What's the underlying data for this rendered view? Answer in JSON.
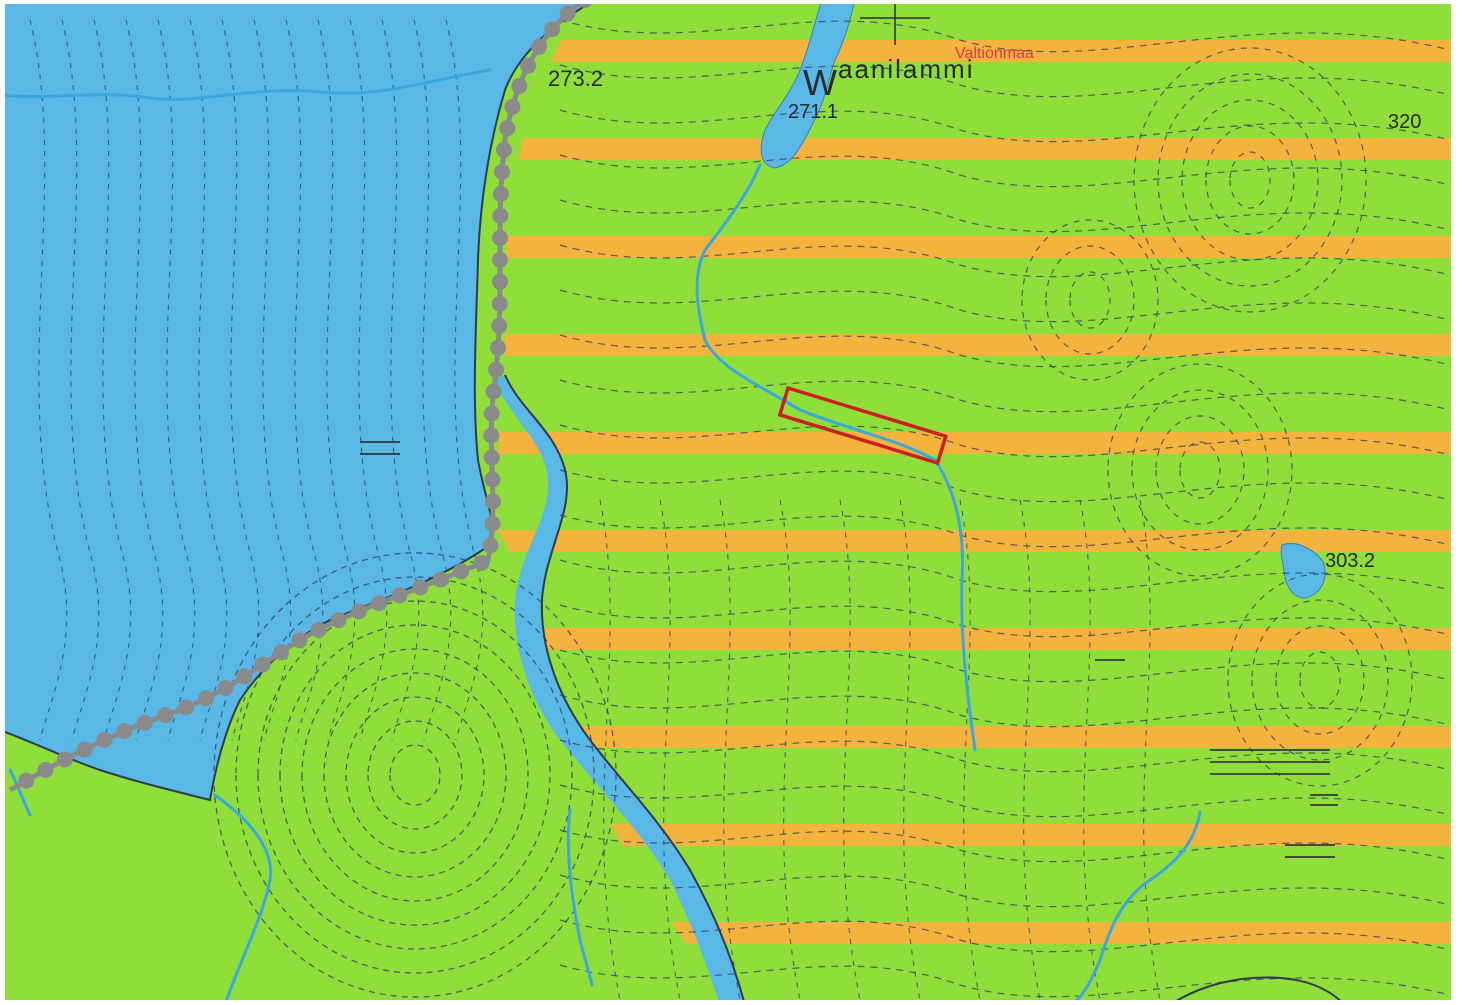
{
  "map": {
    "colors": {
      "land": "#8fde3a",
      "stripe": "#f3b33c",
      "water": "#5ab8e6",
      "water_edge": "#3a7fbf",
      "stream": "#3aa8e0",
      "contour": "#2e3a66",
      "railway": "#8a8a8a",
      "highlight": "#cc1f1f",
      "owner_label": "#d63a4a",
      "text": "#2a2a33"
    },
    "labels": {
      "place_prefix": "W",
      "place_name": "aanilammi",
      "owner": "Valtionmaa",
      "elev_1": "273.2",
      "elev_2": "271.1",
      "elev_3": "303.2",
      "elev_4": "320"
    },
    "icons": [
      "bench-mark-cross-icon",
      "fen-symbol-icon",
      "meadow-symbol-icon"
    ]
  }
}
